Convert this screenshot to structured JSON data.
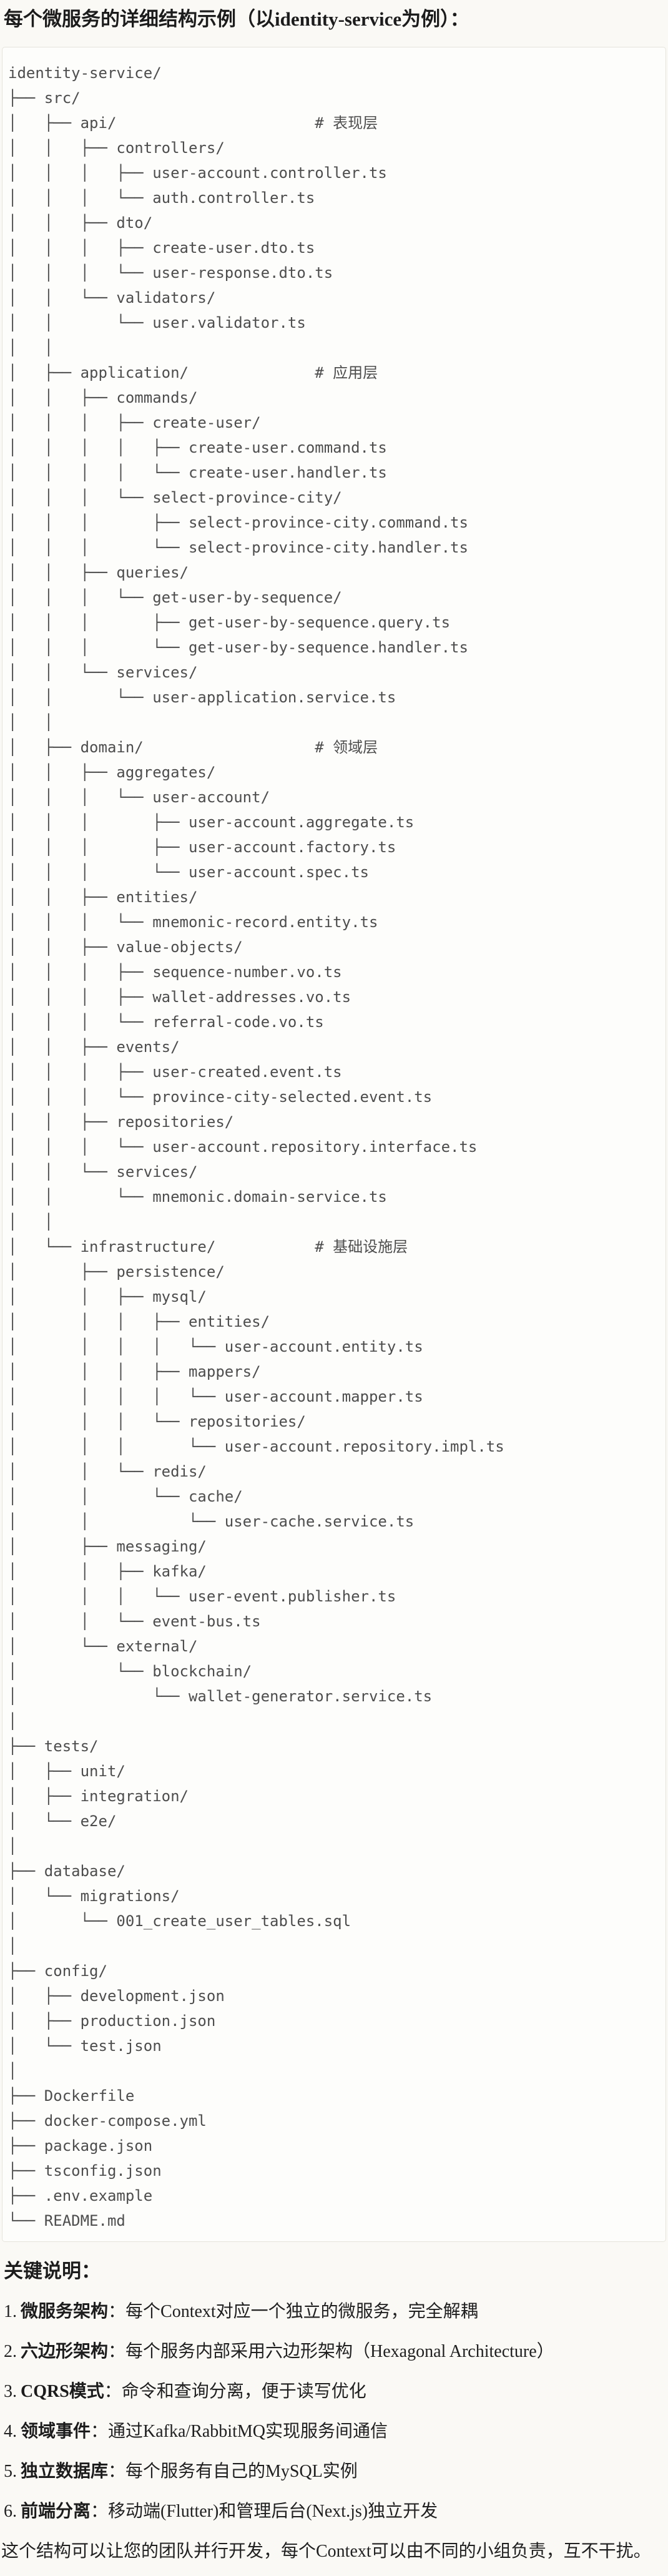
{
  "page": {
    "title": "每个微服务的详细结构示例（以identity-service为例）：",
    "notes_heading": "关键说明：",
    "closing_paragraph": "这个结构可以让您的团队并行开发，每个Context可以由不同的小组负责，互不干扰。"
  },
  "colors": {
    "page_background": "#faf9f5",
    "code_background": "#fdfdfb",
    "code_border": "#e6e4dc",
    "tree_text": "#4d4d4d",
    "heading_text": "#1c1c1c"
  },
  "tree": {
    "root": "identity-service/",
    "layer_comments": [
      "# 表现层",
      "# 应用层",
      "# 领域层",
      "# 基础设施层"
    ],
    "lines": [
      "identity-service/",
      "├── src/",
      "│   ├── api/                      # 表现层",
      "│   │   ├── controllers/",
      "│   │   │   ├── user-account.controller.ts",
      "│   │   │   └── auth.controller.ts",
      "│   │   ├── dto/",
      "│   │   │   ├── create-user.dto.ts",
      "│   │   │   └── user-response.dto.ts",
      "│   │   └── validators/",
      "│   │       └── user.validator.ts",
      "│   │",
      "│   ├── application/              # 应用层",
      "│   │   ├── commands/",
      "│   │   │   ├── create-user/",
      "│   │   │   │   ├── create-user.command.ts",
      "│   │   │   │   └── create-user.handler.ts",
      "│   │   │   └── select-province-city/",
      "│   │   │       ├── select-province-city.command.ts",
      "│   │   │       └── select-province-city.handler.ts",
      "│   │   ├── queries/",
      "│   │   │   └── get-user-by-sequence/",
      "│   │   │       ├── get-user-by-sequence.query.ts",
      "│   │   │       └── get-user-by-sequence.handler.ts",
      "│   │   └── services/",
      "│   │       └── user-application.service.ts",
      "│   │",
      "│   ├── domain/                   # 领域层",
      "│   │   ├── aggregates/",
      "│   │   │   └── user-account/",
      "│   │   │       ├── user-account.aggregate.ts",
      "│   │   │       ├── user-account.factory.ts",
      "│   │   │       └── user-account.spec.ts",
      "│   │   ├── entities/",
      "│   │   │   └── mnemonic-record.entity.ts",
      "│   │   ├── value-objects/",
      "│   │   │   ├── sequence-number.vo.ts",
      "│   │   │   ├── wallet-addresses.vo.ts",
      "│   │   │   └── referral-code.vo.ts",
      "│   │   ├── events/",
      "│   │   │   ├── user-created.event.ts",
      "│   │   │   └── province-city-selected.event.ts",
      "│   │   ├── repositories/",
      "│   │   │   └── user-account.repository.interface.ts",
      "│   │   └── services/",
      "│   │       └── mnemonic.domain-service.ts",
      "│   │",
      "│   └── infrastructure/           # 基础设施层",
      "│       ├── persistence/",
      "│       │   ├── mysql/",
      "│       │   │   ├── entities/",
      "│       │   │   │   └── user-account.entity.ts",
      "│       │   │   ├── mappers/",
      "│       │   │   │   └── user-account.mapper.ts",
      "│       │   │   └── repositories/",
      "│       │   │       └── user-account.repository.impl.ts",
      "│       │   └── redis/",
      "│       │       └── cache/",
      "│       │           └── user-cache.service.ts",
      "│       ├── messaging/",
      "│       │   ├── kafka/",
      "│       │   │   └── user-event.publisher.ts",
      "│       │   └── event-bus.ts",
      "│       └── external/",
      "│           └── blockchain/",
      "│               └── wallet-generator.service.ts",
      "│",
      "├── tests/",
      "│   ├── unit/",
      "│   ├── integration/",
      "│   └── e2e/",
      "│",
      "├── database/",
      "│   └── migrations/",
      "│       └── 001_create_user_tables.sql",
      "│",
      "├── config/",
      "│   ├── development.json",
      "│   ├── production.json",
      "│   └── test.json",
      "│",
      "├── Dockerfile",
      "├── docker-compose.yml",
      "├── package.json",
      "├── tsconfig.json",
      "├── .env.example",
      "└── README.md"
    ]
  },
  "notes": {
    "items": [
      {
        "num": "1.",
        "term": "微服务架构",
        "rest": "：每个Context对应一个独立的微服务，完全解耦"
      },
      {
        "num": "2.",
        "term": "六边形架构",
        "rest": "：每个服务内部采用六边形架构（Hexagonal Architecture）"
      },
      {
        "num": "3.",
        "term": "CQRS模式",
        "rest": "：命令和查询分离，便于读写优化"
      },
      {
        "num": "4.",
        "term": "领域事件",
        "rest": "：通过Kafka/RabbitMQ实现服务间通信"
      },
      {
        "num": "5.",
        "term": "独立数据库",
        "rest": "：每个服务有自己的MySQL实例"
      },
      {
        "num": "6.",
        "term": "前端分离",
        "rest": "：移动端(Flutter)和管理后台(Next.js)独立开发"
      }
    ]
  }
}
